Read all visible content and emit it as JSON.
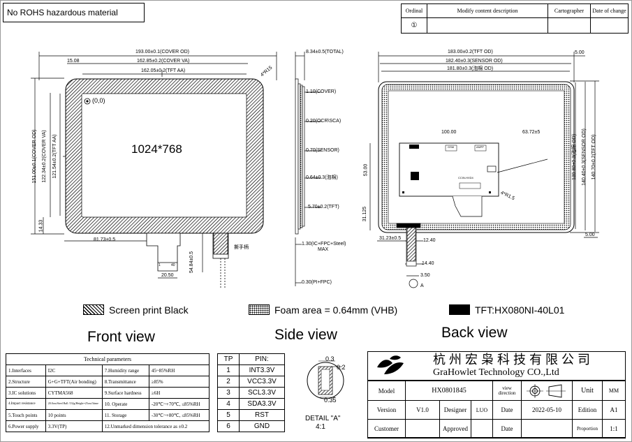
{
  "header_note": "No ROHS hazardous material",
  "revision_table": {
    "headers": [
      "Ordinal",
      "Modify content description",
      "Cartographer",
      "Date of change"
    ],
    "row1_ordinal": "①"
  },
  "front_view": {
    "title": "Front view",
    "resolution": "1024*768",
    "origin": "(0,0)",
    "dims": {
      "cover_od_w": "193.00±0.1(COVER OD)",
      "cover_va_w": "162.85±0.2(COVER VA)",
      "tft_aa_w": "162.05±0.2(TFT AA)",
      "left_offset": "15.08",
      "corner_r": "4*R15",
      "cover_od_h": "151.00±0.1(COVER OD)",
      "cover_va_h": "122.34±0.2(COVER VA)",
      "tft_aa_h": "121.54±0.2(TFT AA)",
      "bottom_offset": "14.33",
      "fpc_pos": "81.73±0.5",
      "fpc_width": "20.50",
      "fpc_len": "54.84±0.5",
      "pin_1": "1",
      "pin_40": "40",
      "tail_label": "撕手柄"
    }
  },
  "side_view": {
    "title": "Side view",
    "dims": {
      "total": "8.34±0.5(TOTAL)",
      "cover": "1.10(COVER)",
      "ocr": "0.20(OCR\\SCA)",
      "sensor": "0.70(SENSOR)",
      "foam": "0.64±0.3(泡棉)",
      "tft": "5.70±0.2(TFT)",
      "ic_fpc": "1.30(IC+FPC+Steel)",
      "ic_fpc_max": "MAX",
      "pi_fpc": "0.30(PI+FPC)"
    }
  },
  "back_view": {
    "title": "Back view",
    "dims": {
      "tft_od_w": "183.00±0.2(TFT OD)",
      "sensor_od_w": "182.40±0.3(SENSOR OD)",
      "foam_w": "181.80±0.3(泡棉 OD)",
      "right_offset": "5.00",
      "dim_100": "100.00",
      "dim_6372": "63.72±5",
      "dim_53": "53.00",
      "dim_31125": "31.125",
      "dim_3123": "31.23±0.5",
      "dim_1240": "12.40",
      "dim_1440": "14.40",
      "dim_350": "3.50",
      "detail_mark": "A",
      "foam_h": "139.80±0.3(泡棉 OD)",
      "sensor_od_h": "140.40±0.3(SENSOR OD)",
      "tft_od_h": "140.70±0.2(TFT OD)",
      "bottom_offset": "5.00",
      "corner_r": "4*R1.5",
      "chip1": "GSM",
      "chip2": "ANPP",
      "ic_label": "CCIN-HXD4"
    }
  },
  "legend": {
    "screen_print": "Screen print Black",
    "foam": "Foam area = 0.64mm (VHB)",
    "tft": "TFT:HX080NI-40L01"
  },
  "tech_params": {
    "title": "Technical parameters",
    "rows": [
      [
        "1.Interfaces",
        "I2C",
        "7.Humidity range",
        "45~85%RH"
      ],
      [
        "2.Structure",
        "G+G+TFT(Air bonding)",
        "8.Transmittance",
        "≥85%"
      ],
      [
        "3.IC solutions",
        "CYTMA568",
        "9.Surface hardness",
        "≥6H"
      ],
      [
        "4.Impact resistance",
        "20.0cm/Steel Ball /132g/Height=25cm/3time",
        "10. Operate",
        "-20℃~+70℃, ≤85%RH"
      ],
      [
        "5.Touch points",
        "10 points",
        "11. Storage",
        "-30℃~+80℃, ≤85%RH"
      ],
      [
        "6.Power supply",
        "3.3V(TP)",
        "12.Unmarked dimension tolerance as ±0.2",
        ""
      ]
    ]
  },
  "pin_table": {
    "headers": [
      "TP",
      "PIN:"
    ],
    "rows": [
      [
        "1",
        "INT3.3V"
      ],
      [
        "2",
        "VCC3.3V"
      ],
      [
        "3",
        "SCL3.3V"
      ],
      [
        "4",
        "SDA3.3V"
      ],
      [
        "5",
        "RST"
      ],
      [
        "6",
        "GND"
      ]
    ]
  },
  "detail": {
    "label": "DETAIL \"A\"",
    "scale": "4:1",
    "d1": "0.3",
    "d2": "0.2",
    "d3": "0.35"
  },
  "title_block": {
    "company_cn": "杭州宏枭科技有限公司",
    "company_en": "GraHowlet Technology CO.,Ltd",
    "model_label": "Model",
    "model": "HX0801845",
    "view_direction": "view direction",
    "unit_label": "Unit",
    "unit": "MM",
    "version_label": "Version",
    "version": "V1.0",
    "designer_label": "Designer",
    "designer": "LUO",
    "date_label": "Date",
    "date": "2022-05-10",
    "edition_label": "Edition",
    "edition": "A1",
    "customer_label": "Customer",
    "approved_label": "Approved",
    "date2_label": "Date",
    "proportion_label": "Proportion",
    "proportion": "1:1"
  }
}
